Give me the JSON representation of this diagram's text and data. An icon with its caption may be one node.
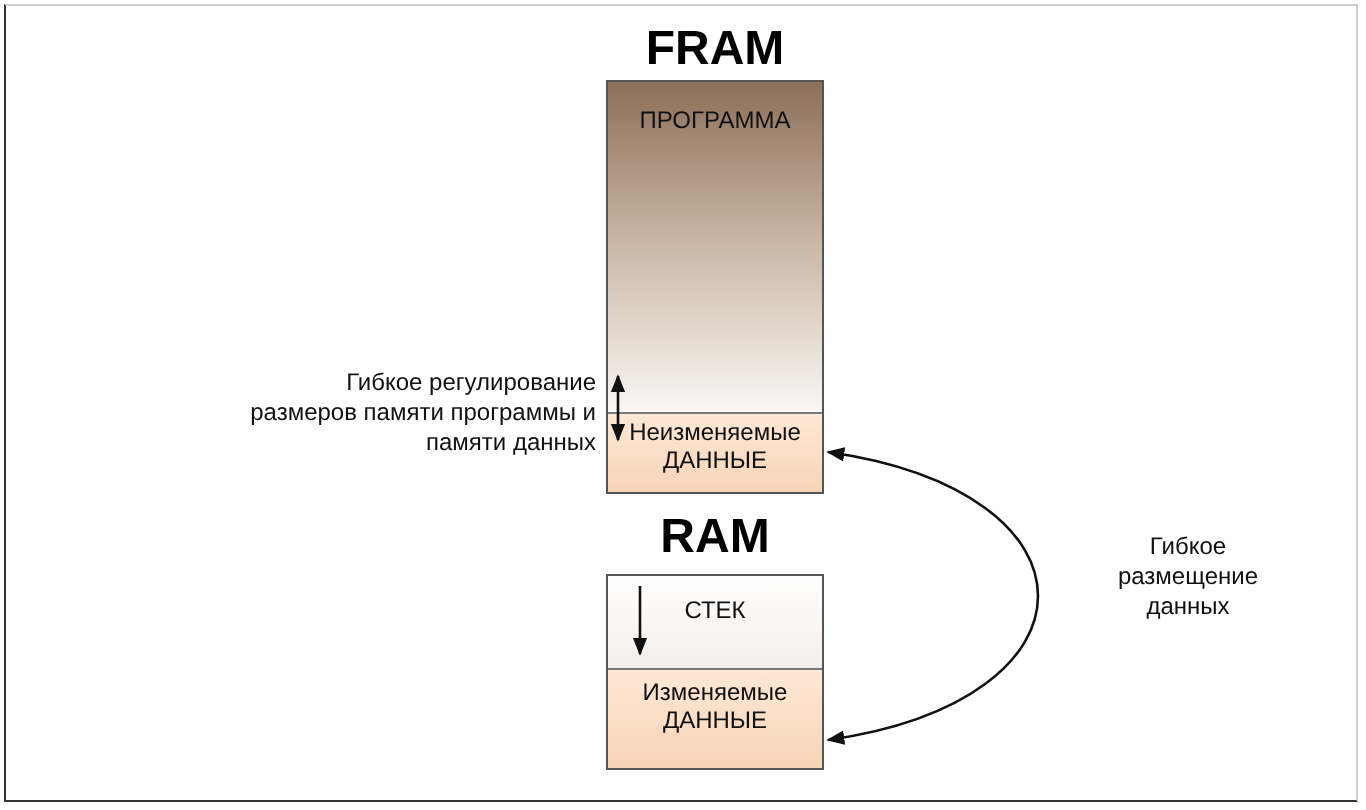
{
  "diagram": {
    "nodes": [
      {
        "text": [
          "FRAM"
        ]
      },
      {
        "text": [
          "ПРОГРАММА"
        ],
        "in": 0
      },
      {
        "text": [
          "Неизменяемые ДАННЫЕ"
        ],
        "in": 0
      },
      {
        "text": [
          "RAM"
        ]
      },
      {
        "text": [
          "СТЕК"
        ],
        "in": 3
      },
      {
        "text": [
          "Изменяемые ДАННЫЕ"
        ],
        "in": 3
      }
    ],
    "edges": [
      {
        "from": 2,
        "to": 5,
        "arrow": "both",
        "label": "Гибкое размещение данных"
      },
      {
        "from": 1,
        "to": 2,
        "arrow": "both"
      }
    ],
    "labels": [
      "Гибкое регулирование размеров памяти программы и памяти данных"
    ]
  }
}
